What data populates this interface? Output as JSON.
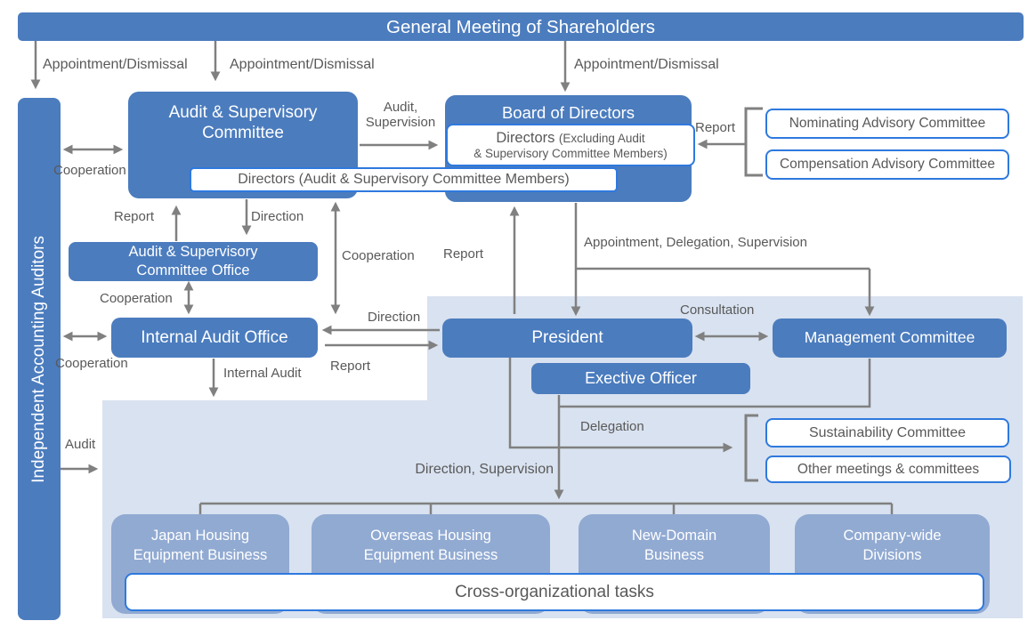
{
  "colors": {
    "main_blue": "#4b7cbe",
    "business_blue": "#91aad2",
    "region_light_blue": "#d9e2f0",
    "pill_border_blue": "#2e79de",
    "arrow_gray": "#808080",
    "label_gray": "#595959",
    "box_text": "#ffffff"
  },
  "top_bar": "General Meeting of Shareholders",
  "left_bar": "Independent Accounting Auditors",
  "nodes": {
    "audit_committee": {
      "line1": "Audit & Supervisory",
      "line2": "Committee"
    },
    "board": {
      "title": "Board of Directors",
      "directors": "Directors",
      "excluding": "(Excluding Audit",
      "excluding2": "& Supervisory Committee Members)"
    },
    "directors_strip": "Directors (Audit & Supervisory Committee Members)",
    "nominating": "Nominating Advisory Committee",
    "compensation": "Compensation Advisory Committee",
    "office": {
      "line1": "Audit & Supervisory",
      "line2": "Committee Office"
    },
    "internal_audit_office": "Internal Audit Office",
    "president": "President",
    "management_committee": "Management Committee",
    "executive_officer": "Exective Officer",
    "sustainability": "Sustainability Committee",
    "other_meetings": "Other meetings & committees",
    "businesses": [
      {
        "line1": "Japan Housing",
        "line2": "Equipment Business"
      },
      {
        "line1": "Overseas Housing",
        "line2": "Equipment Business"
      },
      {
        "line1": "New-Domain",
        "line2": "Business"
      },
      {
        "line1": "Company-wide",
        "line2": "Divisions"
      }
    ],
    "cross_org": "Cross-organizational tasks"
  },
  "edge_labels": {
    "appointment_dismissal": "Appointment/Dismissal",
    "cooperation": "Cooperation",
    "report": "Report",
    "direction": "Direction",
    "audit_supervision_line1": "Audit,",
    "audit_supervision_line2": "Supervision",
    "appointment_delegation_supervision": "Appointment, Delegation, Supervision",
    "consultation": "Consultation",
    "internal_audit": "Internal Audit",
    "audit": "Audit",
    "delegation": "Delegation",
    "direction_supervision": "Direction, Supervision"
  }
}
